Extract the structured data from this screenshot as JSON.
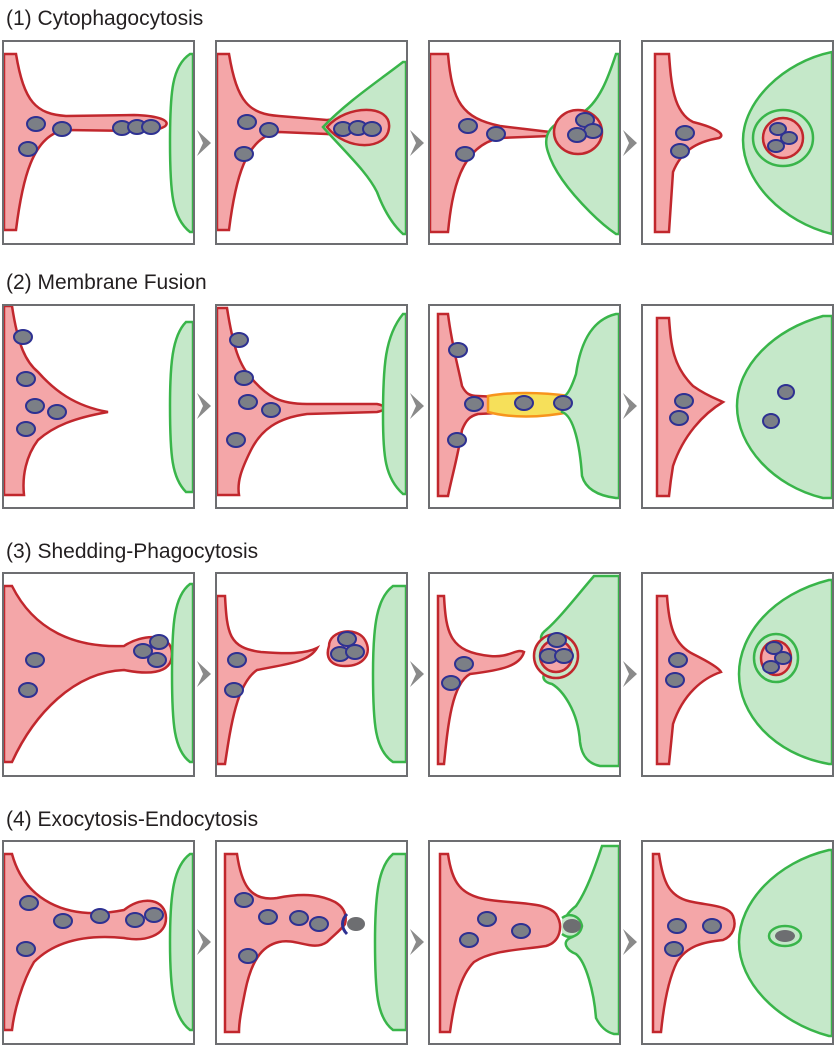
{
  "colors": {
    "cell_fill": "#f4a6a8",
    "cell_stroke": "#c1272d",
    "target_fill": "#c5e8c9",
    "target_stroke": "#39b54a",
    "nucleus_fill": "#7b7f86",
    "nucleus_stroke": "#2e3192",
    "fusion_fill": "#f6e05a",
    "fusion_stroke": "#f7941d",
    "vesicle_fill": "#6d6e71",
    "arrow": "#8a8a8a",
    "frame": "#6d6e71"
  },
  "rows": [
    {
      "title": "(1)  Cytophagocytosis"
    },
    {
      "title": "(2) Membrane Fusion"
    },
    {
      "title": "(3) Shedding-Phagocytosis"
    },
    {
      "title": "(4) Exocytosis-Endocytosis"
    }
  ]
}
